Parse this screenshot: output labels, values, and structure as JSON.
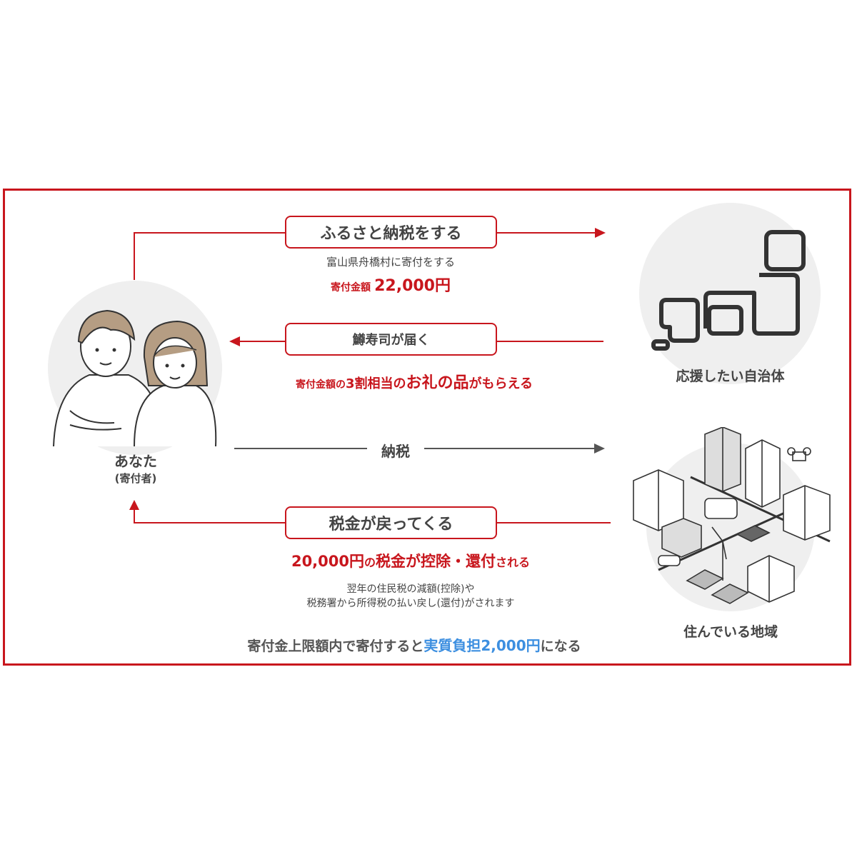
{
  "steps": {
    "furusato": {
      "title": "ふるさと納税をする",
      "line1": "富山県舟橋村に寄付をする",
      "amount_label": "寄付金額",
      "amount_value": "22,000円"
    },
    "gift": {
      "title": "鱒寿司が届く",
      "prefix_small": "寄付金額の",
      "mid1": "3割相当の",
      "big1": "お礼の品",
      "mid2": "がもらえる"
    },
    "tax": {
      "title": "納税"
    },
    "refund": {
      "title": "税金が戻ってくる",
      "amount": "20,000円",
      "t1": "の",
      "t2": "税金",
      "t3": "が控除・還付",
      "t4": "される",
      "note1": "翌年の住民税の減額(控除)や",
      "note2": "税務署から所得税の払い戻し(還付)がされます"
    }
  },
  "actors": {
    "you": {
      "label": "あなた",
      "sub": "(寄付者)"
    },
    "municipality": {
      "label": "応援したい自治体"
    },
    "local": {
      "label": "住んでいる地域"
    }
  },
  "summary": {
    "prefix": "寄付金上限額内で寄付すると",
    "highlight": "実質負担2,000円",
    "suffix": "になる"
  },
  "colors": {
    "accent": "#c8161d",
    "highlight": "#3d8fe0",
    "text": "#444444",
    "circle": "#efefef"
  },
  "icons": [
    "people-illustration",
    "japan-map-icon",
    "city-illustration"
  ]
}
